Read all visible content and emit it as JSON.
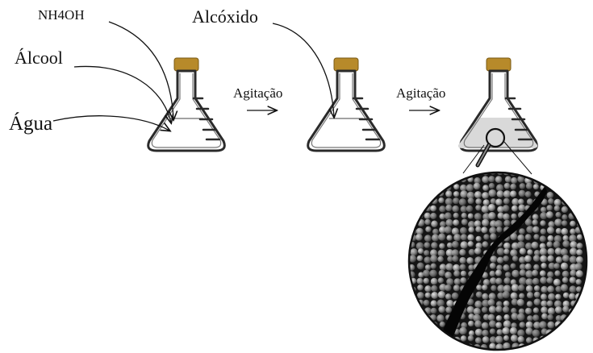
{
  "labels": {
    "nh4oh": "NH4OH",
    "alcool": "Álcool",
    "agua": "Água",
    "alcoxido": "Alcóxido",
    "agitacao_1": "Agitação",
    "agitacao_2": "Agitação"
  },
  "colors": {
    "stopper": "#b78a2a",
    "stopper_stroke": "#7a5a14",
    "glass_stroke": "#2a2a2a",
    "gel_fill": "#d9d9d9",
    "sem_background": "#141414",
    "sem_particle": "#8f8f8f"
  },
  "flasks": [
    {
      "stage": 1,
      "content": "clear"
    },
    {
      "stage": 2,
      "content": "clear"
    },
    {
      "stage": 3,
      "content": "gel"
    }
  ],
  "icons": [
    "arrow-right-icon",
    "magnifier-icon",
    "sem-micrograph"
  ]
}
